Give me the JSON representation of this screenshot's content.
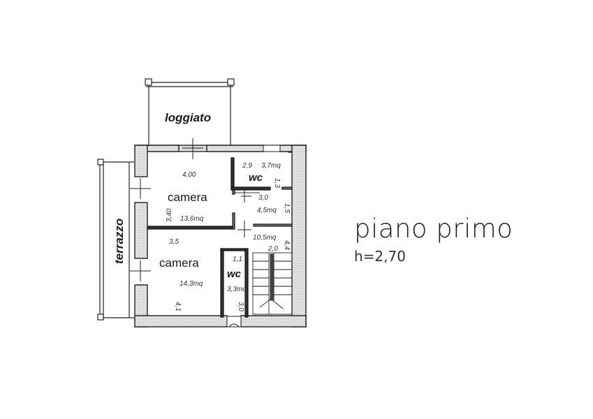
{
  "floor": {
    "title": "piano primo",
    "height": "h=2,70"
  },
  "rooms": {
    "loggiato": "loggiato",
    "terrazzo": "terrazzo",
    "camera_top": "camera",
    "camera_bottom": "camera",
    "wc_top": "wc",
    "wc_bottom": "wc"
  },
  "dimensions": {
    "d_4_00": "4,00",
    "d_2_9": "2,9",
    "d_3_7mq": "3,7mq",
    "d_1_3": "1,3",
    "d_3_0a": "3,0",
    "d_4_5mq": "4,5mq",
    "d_1_5": "1,5",
    "d_3_40": "3,40",
    "d_13_6mq": "13,6mq",
    "d_10_5mq": "10,5mq",
    "d_4_4": "4,4",
    "d_2_0": "2,0",
    "d_3_5": "3,5",
    "d_1_1": "1,1",
    "d_14_3mq": "14,3mq",
    "d_3_3mq": "3,3mq",
    "d_4_1": "4,1",
    "d_3_0b": "3,0"
  }
}
